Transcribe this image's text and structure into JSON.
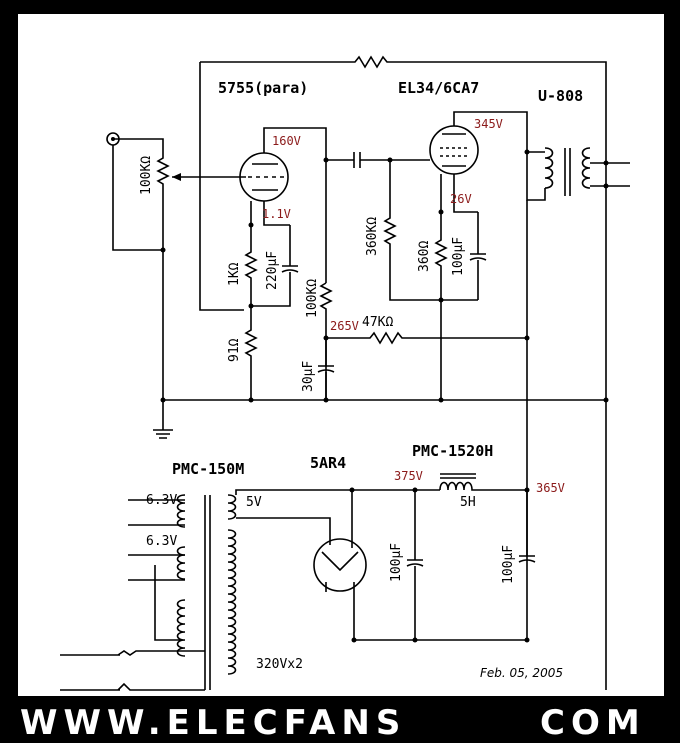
{
  "labels": {
    "driver_tube": "5755(para)",
    "output_tube": "EL34/6CA7",
    "output_transformer": "U-808",
    "power_transformer": "PMC-150M",
    "rectifier": "5AR4",
    "choke": "PMC-1520H",
    "choke_value": "5H",
    "heater_1": "6.3V",
    "heater_2": "6.3V",
    "rect_heater": "5V",
    "ht_secondary": "320Vx2",
    "date": "Feb. 05, 2005",
    "volume_pot": "100KΩ",
    "cathode_r": "1KΩ",
    "cathode_c": "220μF",
    "grid_r": "91Ω",
    "plate_r": "100KΩ",
    "decouple_c": "30μF",
    "decouple_r": "47KΩ",
    "out_grid_r": "360KΩ",
    "out_cathode_r": "360Ω",
    "out_cathode_c": "100μF",
    "filter_c1": "100μF",
    "filter_c2": "100μF"
  },
  "voltages": {
    "driver_plate": "160V",
    "driver_cathode": "1.1V",
    "output_plate": "345V",
    "output_cathode": "26V",
    "b_plus_driver": "265V",
    "rect_out": "375V",
    "choke_out": "365V"
  },
  "watermark": {
    "left": "WWW.ELECFANS",
    "right": "COM"
  }
}
